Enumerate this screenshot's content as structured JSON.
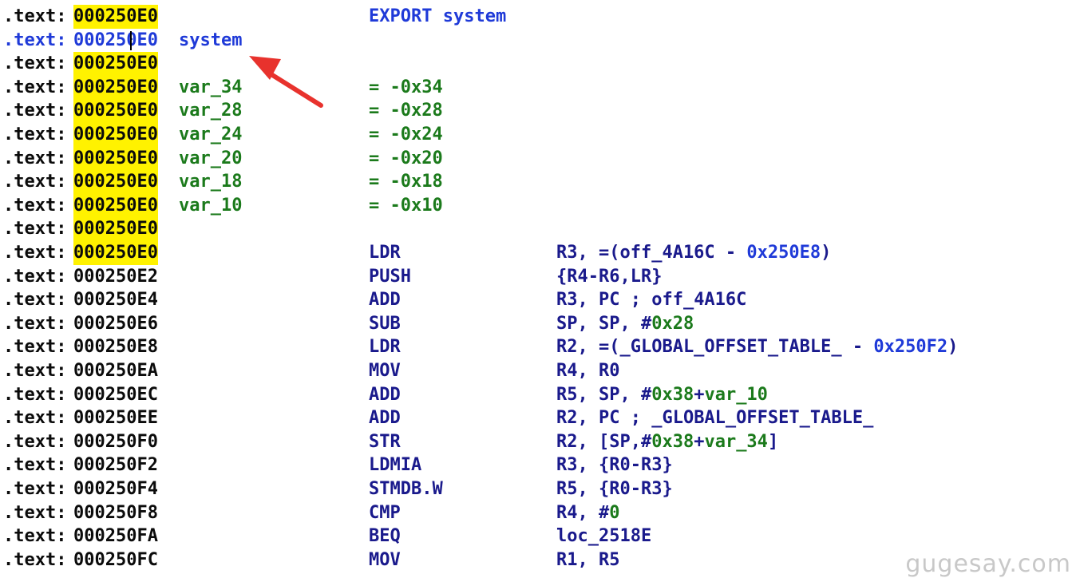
{
  "lines": [
    {
      "segment": ".text:",
      "address": "000250E0",
      "highlight": true,
      "label": "",
      "label_color": "blue",
      "parts": [
        {
          "text": "EXPORT system",
          "color": "blue"
        }
      ],
      "operands": []
    },
    {
      "segment": ".text:",
      "address": "000250E0",
      "highlight": false,
      "selected": true,
      "label": "system",
      "label_color": "blue",
      "parts": [],
      "operands": []
    },
    {
      "segment": ".text:",
      "address": "000250E0",
      "highlight": true,
      "label": "",
      "label_color": "blue",
      "parts": [],
      "operands": []
    },
    {
      "segment": ".text:",
      "address": "000250E0",
      "highlight": true,
      "label": "var_34",
      "label_color": "green",
      "parts": [
        {
          "text": "= -0x34",
          "color": "green"
        }
      ],
      "operands": []
    },
    {
      "segment": ".text:",
      "address": "000250E0",
      "highlight": true,
      "label": "var_28",
      "label_color": "green",
      "parts": [
        {
          "text": "= -0x28",
          "color": "green"
        }
      ],
      "operands": []
    },
    {
      "segment": ".text:",
      "address": "000250E0",
      "highlight": true,
      "label": "var_24",
      "label_color": "green",
      "parts": [
        {
          "text": "= -0x24",
          "color": "green"
        }
      ],
      "operands": []
    },
    {
      "segment": ".text:",
      "address": "000250E0",
      "highlight": true,
      "label": "var_20",
      "label_color": "green",
      "parts": [
        {
          "text": "= -0x20",
          "color": "green"
        }
      ],
      "operands": []
    },
    {
      "segment": ".text:",
      "address": "000250E0",
      "highlight": true,
      "label": "var_18",
      "label_color": "green",
      "parts": [
        {
          "text": "= -0x18",
          "color": "green"
        }
      ],
      "operands": []
    },
    {
      "segment": ".text:",
      "address": "000250E0",
      "highlight": true,
      "label": "var_10",
      "label_color": "green",
      "parts": [
        {
          "text": "= -0x10",
          "color": "green"
        }
      ],
      "operands": []
    },
    {
      "segment": ".text:",
      "address": "000250E0",
      "highlight": true,
      "label": "",
      "label_color": "blue",
      "parts": [],
      "operands": []
    },
    {
      "segment": ".text:",
      "address": "000250E0",
      "highlight": true,
      "label": "",
      "label_color": "blue",
      "parts": [
        {
          "text": "LDR",
          "color": "navy"
        }
      ],
      "operands": [
        {
          "text": "R3, =(off_4A16C - ",
          "color": "navy"
        },
        {
          "text": "0x250E8",
          "color": "blue"
        },
        {
          "text": ")",
          "color": "navy"
        }
      ]
    },
    {
      "segment": ".text:",
      "address": "000250E2",
      "highlight": false,
      "label": "",
      "label_color": "blue",
      "parts": [
        {
          "text": "PUSH",
          "color": "navy"
        }
      ],
      "operands": [
        {
          "text": "{R4-R6,LR}",
          "color": "navy"
        }
      ]
    },
    {
      "segment": ".text:",
      "address": "000250E4",
      "highlight": false,
      "label": "",
      "label_color": "blue",
      "parts": [
        {
          "text": "ADD",
          "color": "navy"
        }
      ],
      "operands": [
        {
          "text": "R3, PC ",
          "color": "navy"
        },
        {
          "text": "; off_4A16C",
          "color": "navy"
        }
      ]
    },
    {
      "segment": ".text:",
      "address": "000250E6",
      "highlight": false,
      "label": "",
      "label_color": "blue",
      "parts": [
        {
          "text": "SUB",
          "color": "navy"
        }
      ],
      "operands": [
        {
          "text": "SP, SP, #",
          "color": "navy"
        },
        {
          "text": "0x28",
          "color": "green"
        }
      ]
    },
    {
      "segment": ".text:",
      "address": "000250E8",
      "highlight": false,
      "label": "",
      "label_color": "blue",
      "parts": [
        {
          "text": "LDR",
          "color": "navy"
        }
      ],
      "operands": [
        {
          "text": "R2, =(_GLOBAL_OFFSET_TABLE_ - ",
          "color": "navy"
        },
        {
          "text": "0x250F2",
          "color": "blue"
        },
        {
          "text": ")",
          "color": "navy"
        }
      ]
    },
    {
      "segment": ".text:",
      "address": "000250EA",
      "highlight": false,
      "label": "",
      "label_color": "blue",
      "parts": [
        {
          "text": "MOV",
          "color": "navy"
        }
      ],
      "operands": [
        {
          "text": "R4, R0",
          "color": "navy"
        }
      ]
    },
    {
      "segment": ".text:",
      "address": "000250EC",
      "highlight": false,
      "label": "",
      "label_color": "blue",
      "parts": [
        {
          "text": "ADD",
          "color": "navy"
        }
      ],
      "operands": [
        {
          "text": "R5, SP, #",
          "color": "navy"
        },
        {
          "text": "0x38",
          "color": "green"
        },
        {
          "text": "+",
          "color": "navy"
        },
        {
          "text": "var_10",
          "color": "green"
        }
      ]
    },
    {
      "segment": ".text:",
      "address": "000250EE",
      "highlight": false,
      "label": "",
      "label_color": "blue",
      "parts": [
        {
          "text": "ADD",
          "color": "navy"
        }
      ],
      "operands": [
        {
          "text": "R2, PC ",
          "color": "navy"
        },
        {
          "text": "; _GLOBAL_OFFSET_TABLE_",
          "color": "navy"
        }
      ]
    },
    {
      "segment": ".text:",
      "address": "000250F0",
      "highlight": false,
      "label": "",
      "label_color": "blue",
      "parts": [
        {
          "text": "STR",
          "color": "navy"
        }
      ],
      "operands": [
        {
          "text": "R2, [SP,#",
          "color": "navy"
        },
        {
          "text": "0x38",
          "color": "green"
        },
        {
          "text": "+",
          "color": "navy"
        },
        {
          "text": "var_34",
          "color": "green"
        },
        {
          "text": "]",
          "color": "navy"
        }
      ]
    },
    {
      "segment": ".text:",
      "address": "000250F2",
      "highlight": false,
      "label": "",
      "label_color": "blue",
      "parts": [
        {
          "text": "LDMIA",
          "color": "navy"
        }
      ],
      "operands": [
        {
          "text": "R3, {R0-R3}",
          "color": "navy"
        }
      ]
    },
    {
      "segment": ".text:",
      "address": "000250F4",
      "highlight": false,
      "label": "",
      "label_color": "blue",
      "parts": [
        {
          "text": "STMDB.W",
          "color": "navy"
        }
      ],
      "operands": [
        {
          "text": "R5, {R0-R3}",
          "color": "navy"
        }
      ]
    },
    {
      "segment": ".text:",
      "address": "000250F8",
      "highlight": false,
      "label": "",
      "label_color": "blue",
      "parts": [
        {
          "text": "CMP",
          "color": "navy"
        }
      ],
      "operands": [
        {
          "text": "R4, #",
          "color": "navy"
        },
        {
          "text": "0",
          "color": "green"
        }
      ]
    },
    {
      "segment": ".text:",
      "address": "000250FA",
      "highlight": false,
      "label": "",
      "label_color": "blue",
      "parts": [
        {
          "text": "BEQ",
          "color": "navy"
        }
      ],
      "operands": [
        {
          "text": "loc_2518E",
          "color": "navy"
        }
      ]
    },
    {
      "segment": ".text:",
      "address": "000250FC",
      "highlight": false,
      "label": "",
      "label_color": "blue",
      "parts": [
        {
          "text": "MOV",
          "color": "navy"
        }
      ],
      "operands": [
        {
          "text": "R1, R5",
          "color": "navy"
        }
      ]
    }
  ],
  "watermark": "gugesay.com",
  "colors": {
    "highlight": "#fff200",
    "arrow": "#e8322d"
  }
}
